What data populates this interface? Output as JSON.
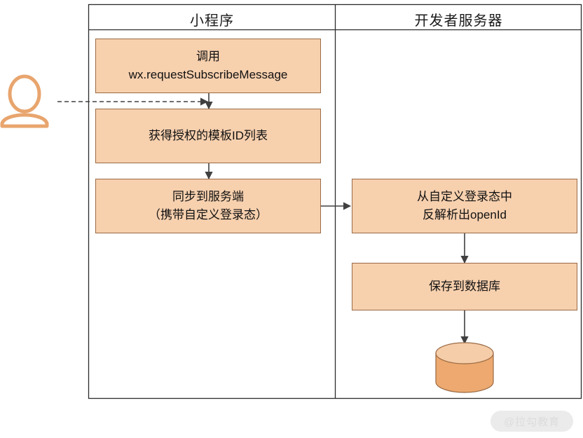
{
  "diagram": {
    "type": "swimlane-flowchart",
    "lanes": [
      {
        "id": "miniprogram",
        "title": "小程序"
      },
      {
        "id": "server",
        "title": "开发者服务器"
      }
    ],
    "actor": {
      "name": "user-actor",
      "label": ""
    },
    "nodes": [
      {
        "id": "call-api",
        "lane": "miniprogram",
        "shape": "process",
        "lines": [
          "调用",
          "wx.requestSubscribeMessage"
        ]
      },
      {
        "id": "get-template-ids",
        "lane": "miniprogram",
        "shape": "process",
        "lines": [
          "获得授权的模板ID列表"
        ]
      },
      {
        "id": "sync-to-server",
        "lane": "miniprogram",
        "shape": "process",
        "lines": [
          "同步到服务端",
          "（携带自定义登录态）"
        ]
      },
      {
        "id": "parse-openid",
        "lane": "server",
        "shape": "process",
        "lines": [
          "从自定义登录态中",
          "反解析出openId"
        ]
      },
      {
        "id": "save-db",
        "lane": "server",
        "shape": "process",
        "lines": [
          "保存到数据库"
        ]
      },
      {
        "id": "database",
        "lane": "server",
        "shape": "cylinder",
        "lines": []
      }
    ],
    "edges": [
      {
        "from": "user-actor",
        "to": "call-api",
        "style": "dashed",
        "direction": "right"
      },
      {
        "from": "call-api",
        "to": "get-template-ids",
        "style": "solid",
        "direction": "down"
      },
      {
        "from": "get-template-ids",
        "to": "sync-to-server",
        "style": "solid",
        "direction": "down"
      },
      {
        "from": "sync-to-server",
        "to": "parse-openid",
        "style": "solid",
        "direction": "right"
      },
      {
        "from": "parse-openid",
        "to": "save-db",
        "style": "solid",
        "direction": "down"
      },
      {
        "from": "save-db",
        "to": "database",
        "style": "solid",
        "direction": "down"
      }
    ],
    "colors": {
      "box_fill": "#f7d0ae",
      "box_stroke": "#9a6a44",
      "cylinder_body": "#eda96f",
      "cylinder_top": "#f6cda9",
      "cylinder_stroke": "#9a6a44",
      "line": "#404040",
      "frame": "#2b2b2b",
      "actor": "#e8a56e",
      "text": "#111111"
    }
  },
  "watermark": {
    "label": "@拉勾教育"
  }
}
